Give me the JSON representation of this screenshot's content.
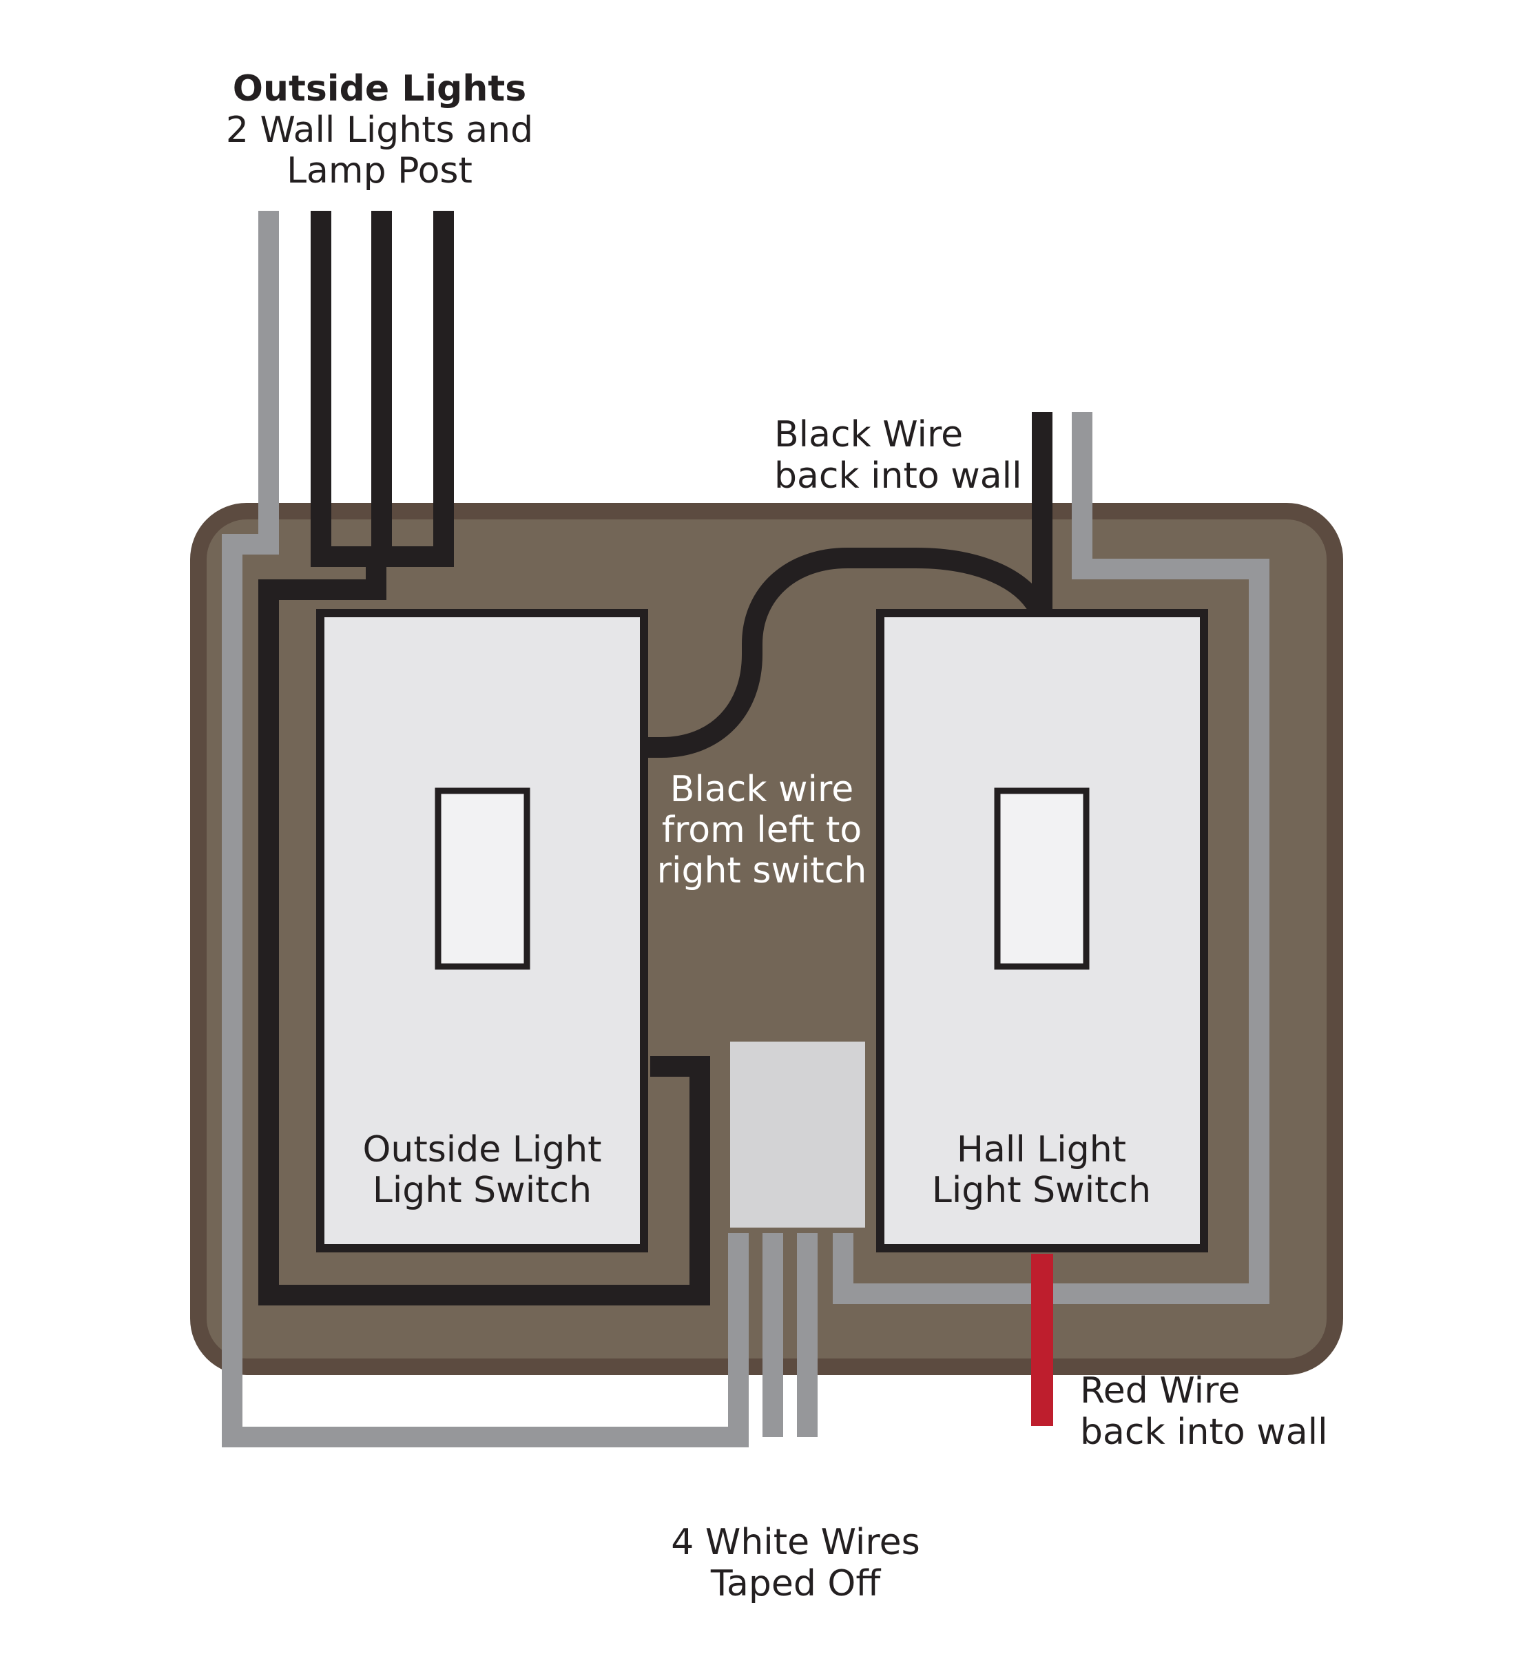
{
  "labels": {
    "outside_lights_title": "Outside Lights",
    "outside_lights_line1": "2 Wall Lights and",
    "outside_lights_line2": "Lamp Post",
    "black_wire_line1": "Black Wire",
    "black_wire_line2": "back into wall",
    "black_wire_between_line1": "Black wire",
    "black_wire_between_line2": "from left to",
    "black_wire_between_line3": "right switch",
    "left_switch_line1": "Outside Light",
    "left_switch_line2": "Light Switch",
    "right_switch_line1": "Hall Light",
    "right_switch_line2": "Light Switch",
    "red_wire_line1": "Red Wire",
    "red_wire_line2": "back into wall",
    "white_wires_line1": "4 White Wires",
    "white_wires_line2": "Taped Off"
  },
  "colors": {
    "box_fill": "#736657",
    "box_border": "#5c4b40",
    "switch_fill": "#e6e6e8",
    "toggle_fill": "#f2f2f3",
    "black_wire": "#231f20",
    "white_wire": "#96979a",
    "red_wire": "#be1e2d",
    "wire_nut": "#d3d3d5"
  }
}
